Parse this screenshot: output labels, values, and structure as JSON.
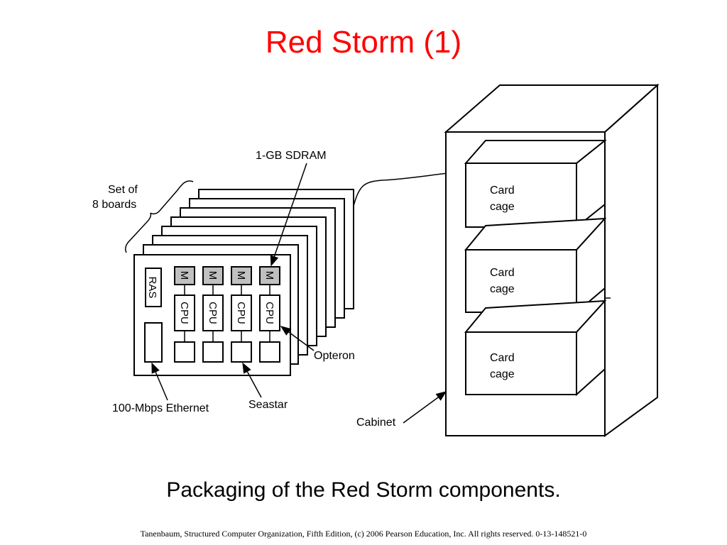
{
  "slide": {
    "title": "Red Storm (1)",
    "caption": "Packaging of the Red Storm components.",
    "footer": "Tanenbaum, Structured Computer Organization, Fifth Edition, (c) 2006 Pearson Education, Inc. All rights reserved. 0-13-148521-0"
  },
  "diagram": {
    "labels": {
      "sdram": "1-GB SDRAM",
      "set_of_boards_line1": "Set of",
      "set_of_boards_line2": "8 boards",
      "ras": "RAS",
      "opteron": "Opteron",
      "seastar": "Seastar",
      "ethernet": "100-Mbps Ethernet",
      "cabinet": "Cabinet"
    },
    "board_slots": [
      {
        "memory": "M",
        "cpu": "CPU"
      },
      {
        "memory": "M",
        "cpu": "CPU"
      },
      {
        "memory": "M",
        "cpu": "CPU"
      },
      {
        "memory": "M",
        "cpu": "CPU"
      }
    ],
    "card_cages": [
      {
        "line1": "Card",
        "line2": "cage"
      },
      {
        "line1": "Card",
        "line2": "cage"
      },
      {
        "line1": "Card",
        "line2": "cage"
      }
    ],
    "colors": {
      "title": "#ff0000",
      "memory_fill": "#c0c0c0"
    }
  }
}
